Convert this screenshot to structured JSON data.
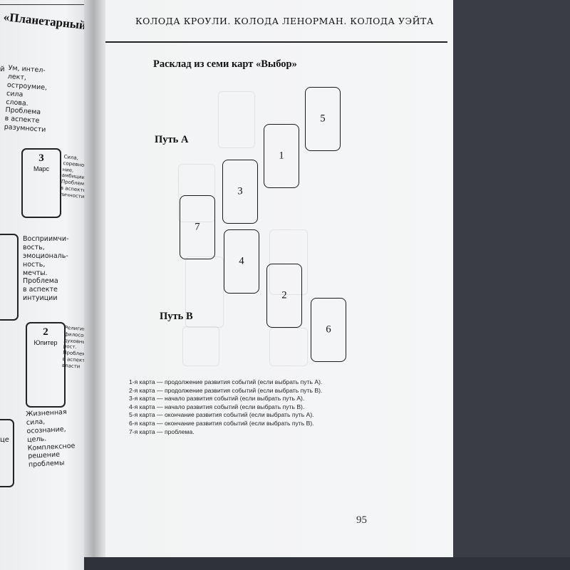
{
  "left_page": {
    "title": "«Планетарный»",
    "cards": [
      {
        "number": "3",
        "name": "Марс"
      },
      {
        "number": "2",
        "name": "Юпитер"
      }
    ],
    "texts": {
      "intellect": "Ум, интел-\nлект,\nостроумие,\nсила\nслова.\nПроблема\nв аспекте\nразумности",
      "mars": "Сила,\nсоревнова-\nние,\nамбиции.\nПроблема\nв аспекте\nличности",
      "perception": "Восприимчи-\nвость,\nэмоциональ-\nность,\nмечты.\nПроблема\nв аспекте\nинтуиции",
      "jupiter": "Религия,\nфилософия,\nдуховный\nрост.\nПроблема\nв аспекте\nвласти",
      "life": "Жизненная\nсила,\nосознание,\nцель.\nКомплексное\nрешение\nпроблемы",
      "edge_y": "й",
      "edge_tse": "це"
    }
  },
  "header": "КОЛОДА КРОУЛИ. КОЛОДА ЛЕНОРМАН. КОЛОДА УЭЙТА",
  "spread_title": "Расклад из семи карт «Выбор»",
  "path_a": "Путь А",
  "path_b": "Путь В",
  "cards": [
    {
      "label": "1"
    },
    {
      "label": "2"
    },
    {
      "label": "3"
    },
    {
      "label": "4"
    },
    {
      "label": "5"
    },
    {
      "label": "6"
    },
    {
      "label": "7"
    }
  ],
  "legend": [
    "1-я карта — продолжение развития событий (если выбрать путь А).",
    "2-я карта — продолжение развития событий (если выбрать путь В).",
    "3-я карта — начало развития событий (если выбрать путь А).",
    "4-я карта — начало развития событий (если выбрать путь В).",
    "5-я карта — окончание развития событий (если выбрать путь А).",
    "6-я карта — окончание развития событий (если выбрать путь В).",
    "7-я карта — проблема."
  ],
  "page_number": "95"
}
